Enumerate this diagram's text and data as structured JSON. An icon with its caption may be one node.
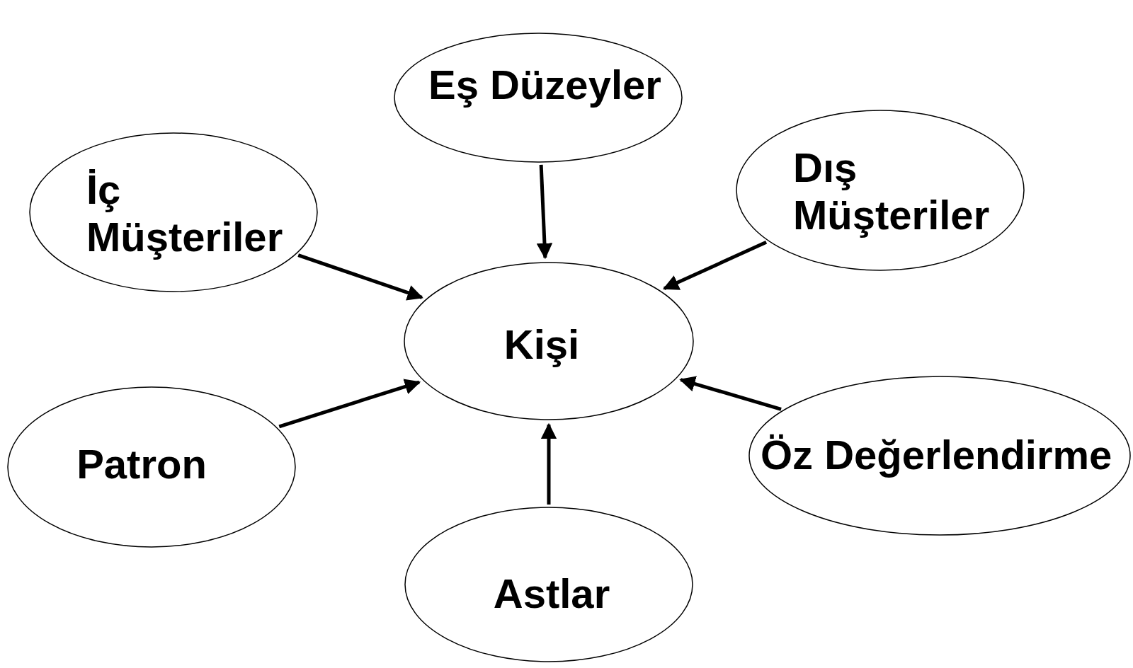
{
  "diagram": {
    "nodes": [
      {
        "text": [
          "Eş Düzeyler"
        ]
      },
      {
        "text": [
          "İç Müşteriler"
        ]
      },
      {
        "text": [
          "Dış Müşteriler"
        ]
      },
      {
        "text": [
          "Kişi"
        ]
      },
      {
        "text": [
          "Patron"
        ]
      },
      {
        "text": [
          "Öz Değerlendirme"
        ]
      },
      {
        "text": [
          "Astlar"
        ]
      }
    ],
    "edges": [
      {
        "from": 0,
        "to": 3,
        "arrow": "to"
      },
      {
        "from": 1,
        "to": 3,
        "arrow": "to"
      },
      {
        "from": 2,
        "to": 3,
        "arrow": "to"
      },
      {
        "from": 4,
        "to": 3,
        "arrow": "to"
      },
      {
        "from": 5,
        "to": 3,
        "arrow": "to"
      },
      {
        "from": 6,
        "to": 3,
        "arrow": "to"
      }
    ]
  }
}
